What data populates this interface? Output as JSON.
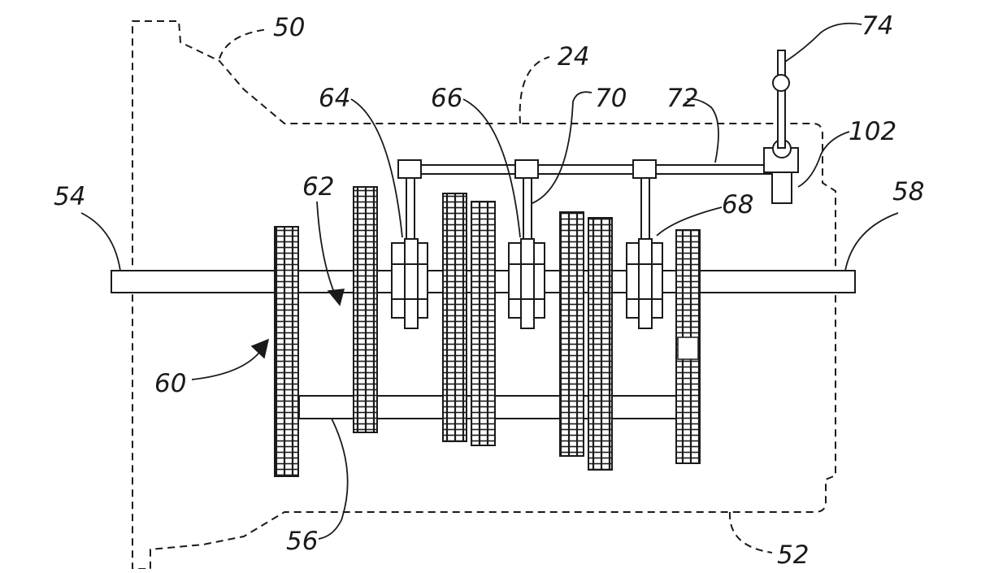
{
  "labels": {
    "housing_front": "50",
    "housing_rear": "52",
    "input_shaft": "54",
    "countershaft": "56",
    "output_shaft": "58",
    "gearset_a": "60",
    "gearset_b": "62",
    "collar_1": "64",
    "collar_2": "66",
    "collar_3": "68",
    "shift_fork": "70",
    "shift_rail": "72",
    "shift_lever": "74",
    "transmission": "24",
    "actuator": "102"
  }
}
